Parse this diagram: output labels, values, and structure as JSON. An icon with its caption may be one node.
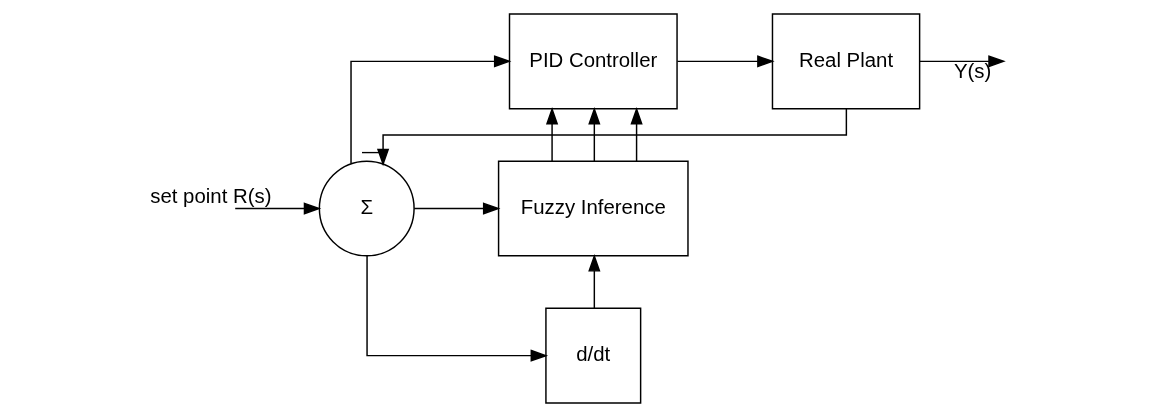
{
  "diagram": {
    "nodes": [
      {
        "text": [
          "Σ"
        ]
      },
      {
        "text": [
          "PID Controller"
        ]
      },
      {
        "text": [
          "Real Plant"
        ]
      },
      {
        "text": [
          "Fuzzy Inference"
        ]
      },
      {
        "text": [
          "d/dt"
        ]
      }
    ],
    "edges": [
      {
        "from": null,
        "to": 0,
        "arrow": "to",
        "label": "set point R(s)"
      },
      {
        "from": 0,
        "to": 1,
        "arrow": "to"
      },
      {
        "from": 0,
        "to": 3,
        "arrow": "to"
      },
      {
        "from": 0,
        "to": 4,
        "arrow": "to"
      },
      {
        "from": 4,
        "to": 3,
        "arrow": "to"
      },
      {
        "from": 3,
        "to": 1,
        "arrow": "to"
      },
      {
        "from": 3,
        "to": 1,
        "arrow": "to"
      },
      {
        "from": 3,
        "to": 1,
        "arrow": "to"
      },
      {
        "from": 1,
        "to": 2,
        "arrow": "to"
      },
      {
        "from": 2,
        "to": null,
        "arrow": "to",
        "label": "Y(s)"
      },
      {
        "from": 2,
        "to": 0,
        "arrow": "to",
        "label": "—"
      }
    ]
  }
}
